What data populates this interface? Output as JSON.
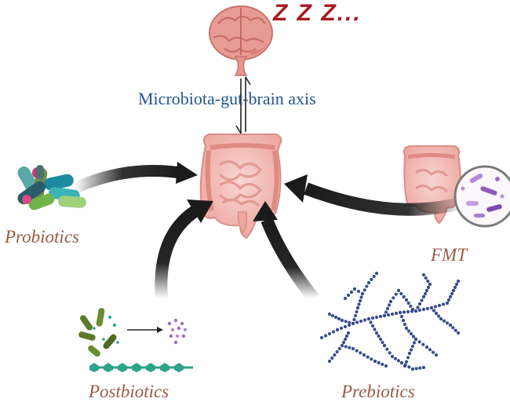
{
  "diagram": {
    "axis_title": "Microbiota-gut-brain axis",
    "sleep_text": "Z Z Z...",
    "labels": {
      "probiotics": "Probiotics",
      "fmt": "FMT",
      "postbiotics": "Postbiotics",
      "prebiotics": "Prebiotics"
    }
  },
  "colors": {
    "text_brown": "#9a5a47",
    "title_blue": "#24568e",
    "sleep_red": "#a31c22",
    "arrow": "#1b1b1b",
    "organ_pink": "#f2b0aa",
    "brain_pink": "#e69a93",
    "prebiotic_blue": "#3a4c8f",
    "postbiotic_green": "#5b7a2a",
    "postbiotic_chain": "#2ca38a",
    "postbiotic_purple": "#9b6fc0"
  },
  "icons": [
    "brain-icon",
    "intestine-icon",
    "probiotics-pills-icon",
    "fmt-intestine-icon",
    "microbes-magnifier-icon",
    "postbiotics-bacteria-icon",
    "prebiotics-polymer-icon"
  ]
}
